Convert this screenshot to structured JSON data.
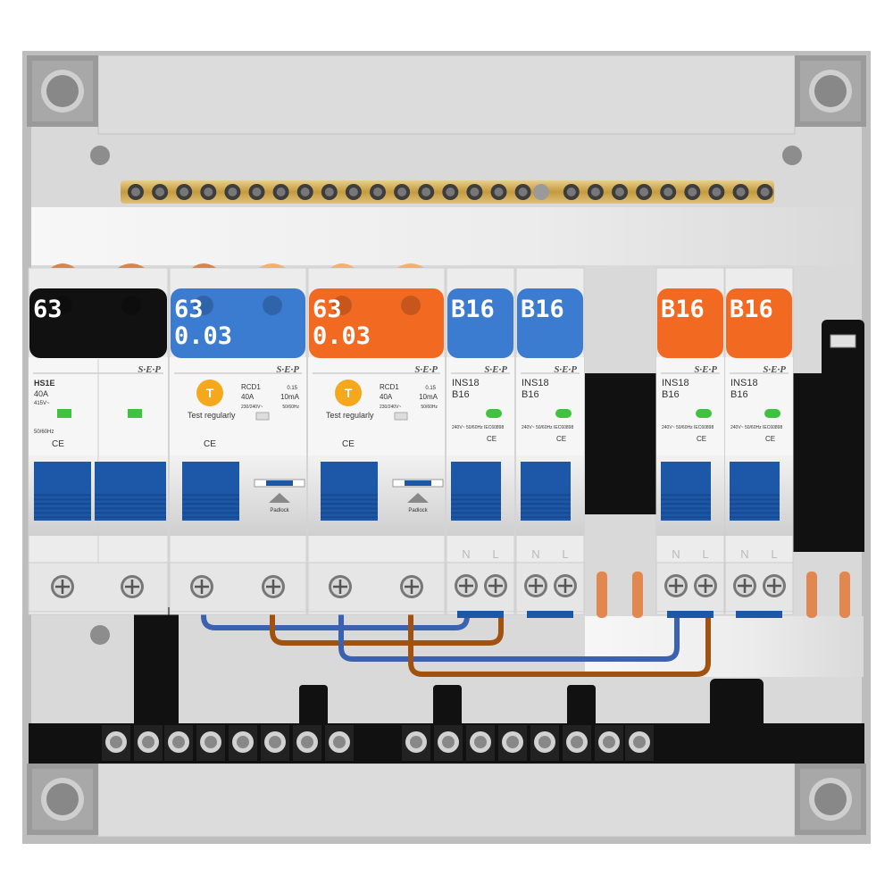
{
  "colors": {
    "enclosure": "#d6d6d6",
    "enclosure_dark": "#8a8a8a",
    "busbar": "#c9a24a",
    "black": "#111111",
    "blue_label": "#3b7bd0",
    "orange_label": "#f26a22",
    "toggle": "#1c57a8",
    "wire_blue": "#3b62b0",
    "wire_brown": "#a2520f",
    "wire_orange": "#e08850",
    "led": "#3fc23f"
  },
  "devices": [
    {
      "id": "main-switch",
      "label_line1": "63",
      "label_line2": "",
      "label_color": "black",
      "model": "HS1E",
      "rating": "40A",
      "extra": "415V~",
      "freq": "50/60Hz"
    },
    {
      "id": "rcd-1",
      "label_line1": "63",
      "label_line2": "0.03",
      "label_color": "blue",
      "model": "RCD1",
      "rating": "40A",
      "trip": "10mA",
      "tripval": "0.15",
      "voltage": "230/240V~",
      "freq": "50/60Hz",
      "test_text": "Test regularly",
      "test_btn": "T",
      "padlock": "Padlock"
    },
    {
      "id": "rcd-2",
      "label_line1": "63",
      "label_line2": "0.03",
      "label_color": "orange",
      "model": "RCD1",
      "rating": "40A",
      "trip": "10mA",
      "tripval": "0.15",
      "voltage": "230/240V~",
      "freq": "50/60Hz",
      "test_text": "Test regularly",
      "test_btn": "T",
      "padlock": "Padlock"
    },
    {
      "id": "mcb-1",
      "label_line1": "B16",
      "label_color": "blue",
      "model": "INS18",
      "rating": "B16"
    },
    {
      "id": "mcb-2",
      "label_line1": "B16",
      "label_color": "blue",
      "model": "INS18",
      "rating": "B16"
    },
    {
      "id": "mcb-3",
      "label_line1": "B16",
      "label_color": "orange",
      "model": "INS18",
      "rating": "B16"
    },
    {
      "id": "mcb-4",
      "label_line1": "B16",
      "label_color": "orange",
      "model": "INS18",
      "rating": "B16"
    }
  ],
  "brand": "S·E·P",
  "terminal_n": "N",
  "terminal_l": "L",
  "mcb_spec": "240V~ 50/60Hz IEC60898",
  "ce_mark": "CE"
}
